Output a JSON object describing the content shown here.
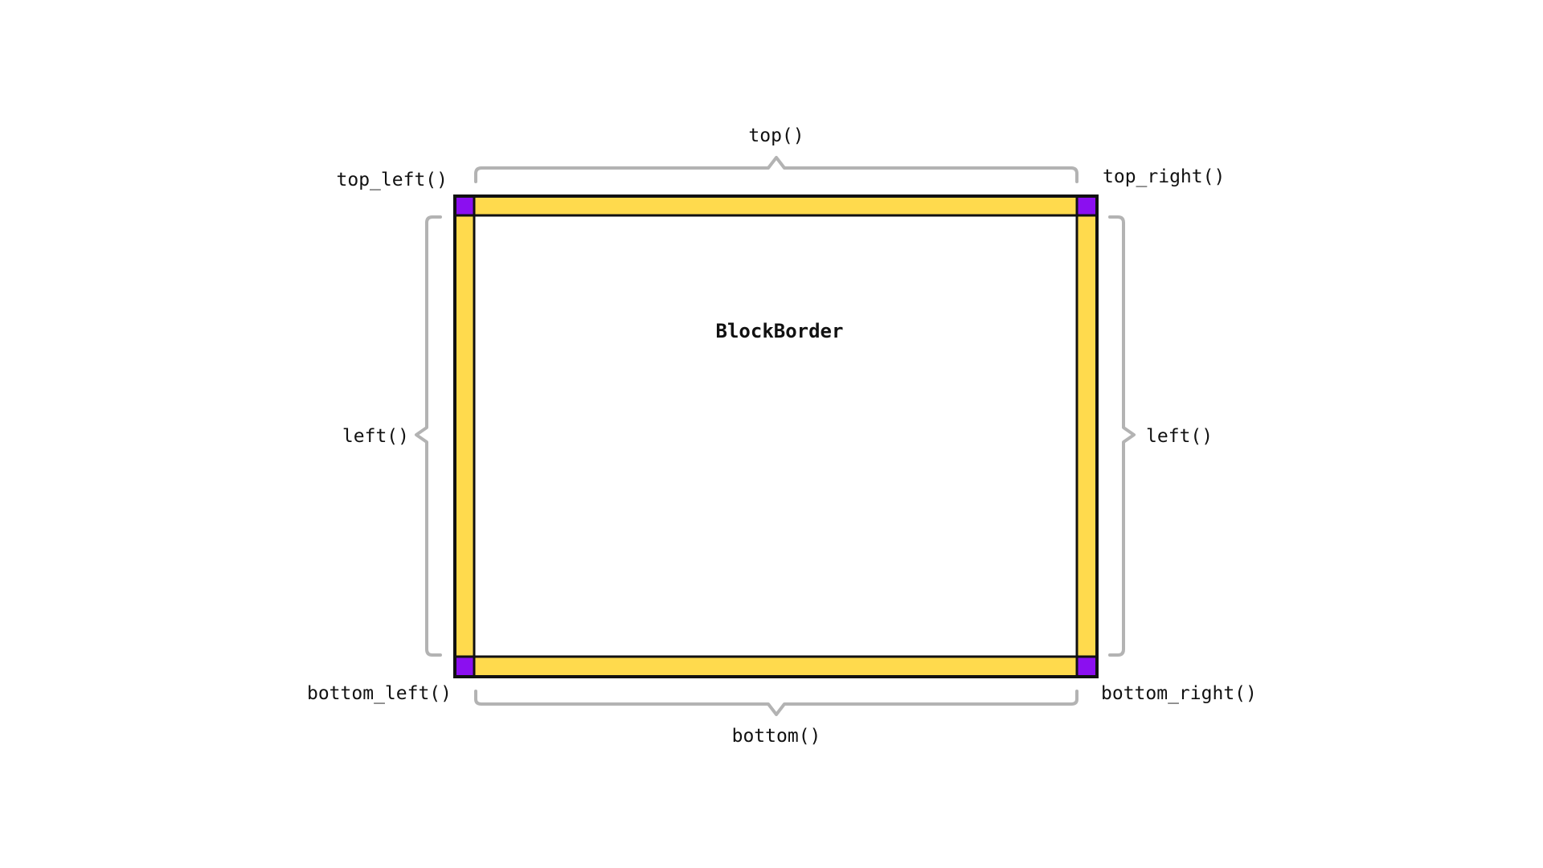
{
  "diagram": {
    "title": "BlockBorder",
    "labels": {
      "top": "top()",
      "bottom": "bottom()",
      "left_side": "left()",
      "right_side": "left()",
      "top_left": "top_left()",
      "top_right": "top_right()",
      "bottom_left": "bottom_left()",
      "bottom_right": "bottom_right()"
    }
  },
  "colors": {
    "edge_fill": "#FFDA4D",
    "corner_fill": "#8B0FF0",
    "outline": "#111111",
    "brace": "#B3B3B3",
    "background": "#FFFFFF"
  }
}
